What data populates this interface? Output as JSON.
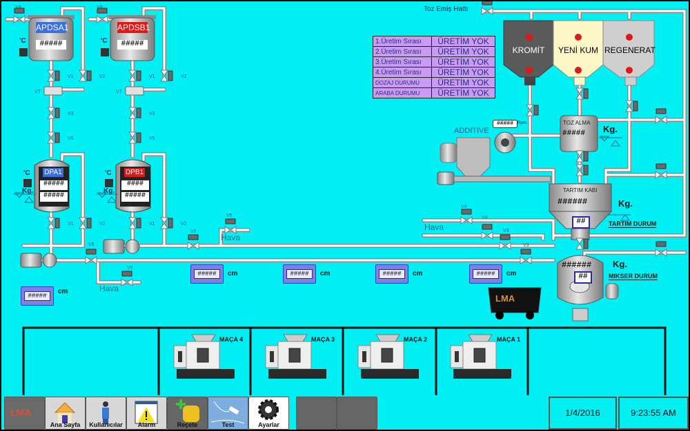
{
  "top": {
    "dust_line_label": "Toz Emiş Hattı"
  },
  "tanks": {
    "apdsa1": {
      "name": "APDSA1",
      "value": "#####",
      "temp_unit": "'C"
    },
    "apdsb1": {
      "name": "APDSB1",
      "value": "#####",
      "temp_unit": "'C"
    },
    "dpa1": {
      "name": "DPA1",
      "value1": "#####",
      "value2": "#####",
      "temp_unit": "'C",
      "weight_unit": "Kg."
    },
    "dpb1": {
      "name": "DPB1",
      "value1": "####",
      "value2": "#####",
      "temp_unit": "'C",
      "weight_unit": "Kg."
    }
  },
  "valves": {
    "left_a": [
      "V4",
      "V1",
      "V2",
      "V7",
      "V3",
      "V5",
      "V1",
      "V2",
      "V8",
      "V5"
    ],
    "left_b": [
      "V4",
      "V1",
      "V2",
      "V7",
      "V3",
      "V5",
      "V1",
      "V2",
      "V8",
      "V5"
    ],
    "right": [
      "V4",
      "V4",
      "V3",
      "V3"
    ]
  },
  "air_label": "Hava",
  "status_table": {
    "rows": [
      {
        "label": "1.Üretim Sırası",
        "value": "ÜRETİM YOK"
      },
      {
        "label": "2.Üretim Sırası",
        "value": "ÜRETİM YOK"
      },
      {
        "label": "3.Üretim Sırası",
        "value": "ÜRETİM YOK"
      },
      {
        "label": "4.Üretim Sırası",
        "value": "ÜRETİM YOK"
      },
      {
        "label": "DOZAJ DURUMU",
        "value": "ÜRETİM YOK"
      },
      {
        "label": "ARABA DURUMU",
        "value": "ÜRETİM YOK"
      }
    ]
  },
  "hoppers": [
    {
      "name": "KROMİT",
      "color": "#5a5a5a",
      "text_color": "#ffffff"
    },
    {
      "name": "YENİ KUM",
      "color": "#fdf7c8",
      "text_color": "#222222"
    },
    {
      "name": "REGENERAT",
      "color": "#cfcfcf",
      "text_color": "#222222"
    }
  ],
  "additive": {
    "label": "ADDITIVE",
    "rpm_value": "#####",
    "rpm_unit": "Rpm."
  },
  "toz_alma": {
    "label": "TOZ ALMA",
    "value": "#####",
    "unit": "Kg."
  },
  "tartim": {
    "label": "TARTIM KABI",
    "value": "######",
    "unit": "Kg.",
    "status_value": "##",
    "status_label": "TARTIM DURUM"
  },
  "mikser": {
    "value": "######",
    "unit": "Kg.",
    "status_value": "##",
    "status_label": "MIKSER DURUM"
  },
  "level_displays": [
    {
      "value": "#####",
      "unit": "cm"
    },
    {
      "value": "#####",
      "unit": "cm"
    },
    {
      "value": "#####",
      "unit": "cm"
    },
    {
      "value": "#####",
      "unit": "cm"
    },
    {
      "value": "#####",
      "unit": "cm"
    }
  ],
  "cart_logo": "LMA",
  "machines": [
    {
      "label": "MAÇA 4"
    },
    {
      "label": "MAÇA 3"
    },
    {
      "label": "MAÇA 2"
    },
    {
      "label": "MAÇA 1"
    }
  ],
  "nav": {
    "logo": "LMA",
    "buttons": [
      {
        "label": "Ana Sayfa",
        "icon": "home-icon"
      },
      {
        "label": "Kullanıcılar",
        "icon": "user-icon"
      },
      {
        "label": "Alarm",
        "icon": "warning-icon"
      },
      {
        "label": "Reçete",
        "icon": "recipe-add-icon"
      },
      {
        "label": "Test",
        "icon": "test-probe-icon"
      },
      {
        "label": "Ayarlar",
        "icon": "gear-icon"
      }
    ]
  },
  "clock": {
    "date": "1/4/2016",
    "time": "9:23:55 AM"
  },
  "colors": {
    "background": "#00f0f4",
    "tank_blue": "#3b6fe0",
    "tank_red": "#e01818",
    "indicator_red": "#e01818",
    "table_bg": "#c89cf0"
  }
}
